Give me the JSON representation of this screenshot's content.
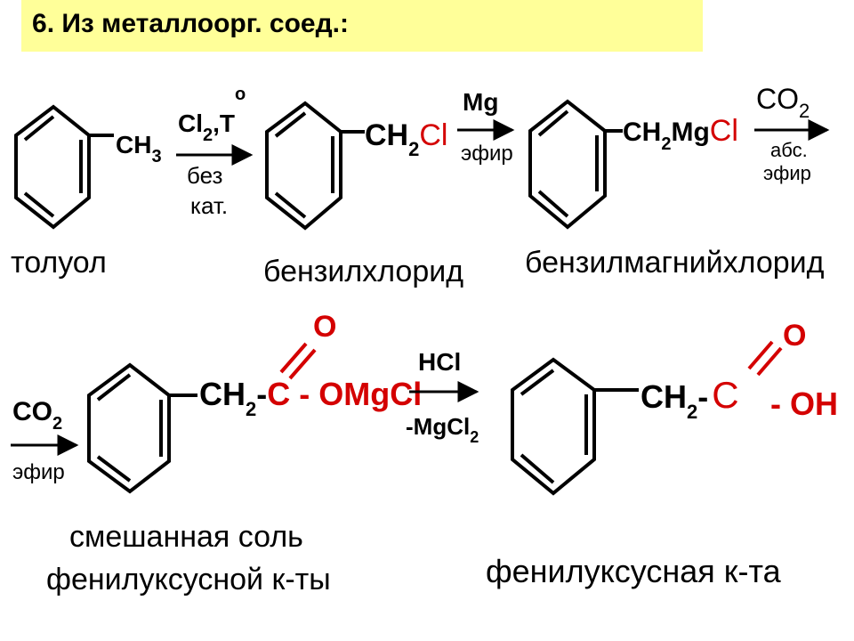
{
  "title": {
    "number": "6",
    "text": ". Из металлоорг. соед.:"
  },
  "colors": {
    "title_bg": "#ffff99",
    "accent": "#d40000",
    "ink": "#000000"
  },
  "row1": {
    "toluene": {
      "ch3": "CH",
      "ch3_sub": "3",
      "name": "толуол"
    },
    "step1": {
      "reagent": "Cl",
      "reagent_sub": "2",
      "reagent_tail": ",T",
      "degree": "o",
      "cond1": "без",
      "cond2": "кат."
    },
    "benzyl_chloride": {
      "ch2": "CH",
      "ch2_sub": "2",
      "cl": "Cl",
      "name": "бензилхлорид"
    },
    "step2": {
      "reagent": "Mg",
      "cond": "эфир"
    },
    "grignard": {
      "ch2": "CH",
      "ch2_sub": "2",
      "mg": "Mg",
      "cl": "Cl",
      "name": "бензилмагнийхлорид"
    },
    "step3": {
      "reagent": "CO",
      "reagent_sub": "2",
      "cond1": "абс.",
      "cond2": "эфир"
    }
  },
  "row2": {
    "step4": {
      "reagent": "CO",
      "reagent_sub": "2",
      "cond": "эфир"
    },
    "salt": {
      "ch2": "CH",
      "ch2_sub": "2",
      "dash": "-",
      "c": "C",
      "tail": " - OMgCl",
      "o": "O",
      "name_line1": "смешанная соль",
      "name_line2": "фенилуксусной к-ты"
    },
    "step5": {
      "reagent": "HCl",
      "cond": "-MgCl",
      "cond_sub": "2"
    },
    "acid": {
      "ch2": "CH",
      "ch2_sub": "2",
      "dash": "-",
      "c": "C",
      "oh": "- OH",
      "o": "O",
      "name": "фенилуксусная к-та"
    }
  }
}
